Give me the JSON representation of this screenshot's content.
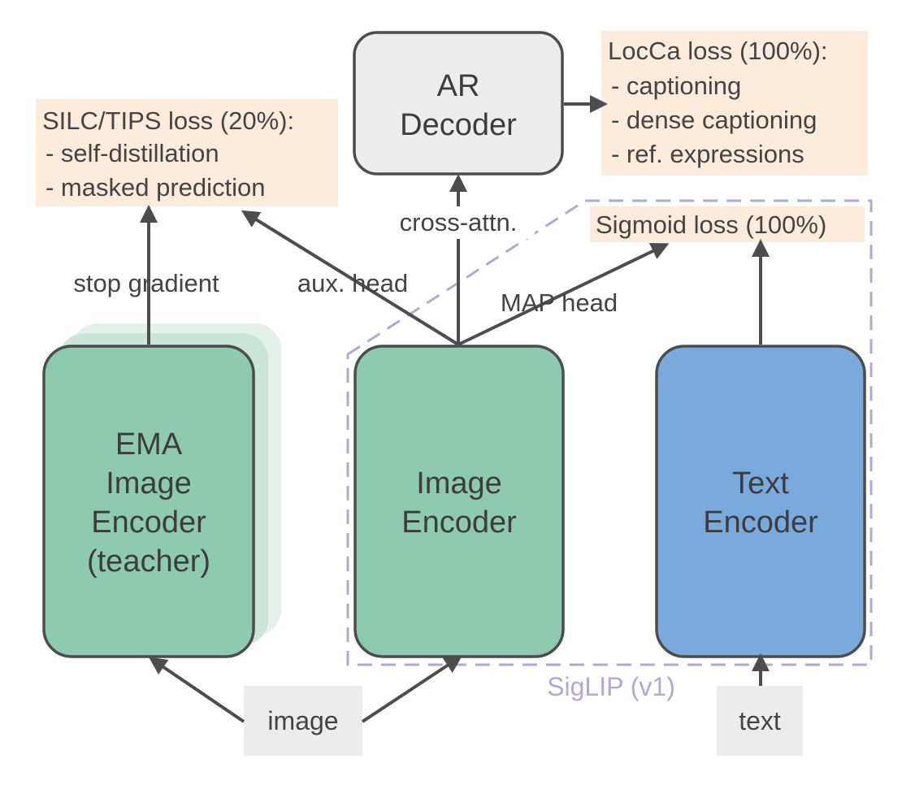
{
  "colors": {
    "encoder_green": "#8ecab0",
    "teacher_shadow": "#d9eee4",
    "text_encoder_blue": "#7aaadc",
    "decoder_gray": "#ededed",
    "loss_peach": "#fdebdc",
    "input_gray": "#ececec",
    "siglip_dash": "#b4a7d6",
    "stroke": "#4d4d4d"
  },
  "boxes": {
    "ema_encoder": {
      "lines": [
        "EMA",
        "Image",
        "Encoder",
        "(teacher)"
      ]
    },
    "image_encoder": {
      "lines": [
        "Image",
        "Encoder"
      ]
    },
    "text_encoder": {
      "lines": [
        "Text",
        "Encoder"
      ]
    },
    "ar_decoder": {
      "lines": [
        "AR",
        "Decoder"
      ]
    }
  },
  "losses": {
    "silc": {
      "title": "SILC/TIPS loss (20%):",
      "items": [
        "-  self-distillation",
        "-  masked prediction"
      ]
    },
    "locca": {
      "title": "LocCa loss (100%):",
      "items": [
        "-  captioning",
        "-  dense captioning",
        "-  ref. expressions"
      ]
    },
    "sigmoid": {
      "title": "Sigmoid loss (100%)"
    }
  },
  "edge_labels": {
    "stop_gradient": "stop gradient",
    "aux_head": "aux. head",
    "cross_attn": "cross-attn.",
    "map_head": "MAP head"
  },
  "inputs": {
    "image": "image",
    "text": "text"
  },
  "siglip_label": "SigLIP (v1)"
}
